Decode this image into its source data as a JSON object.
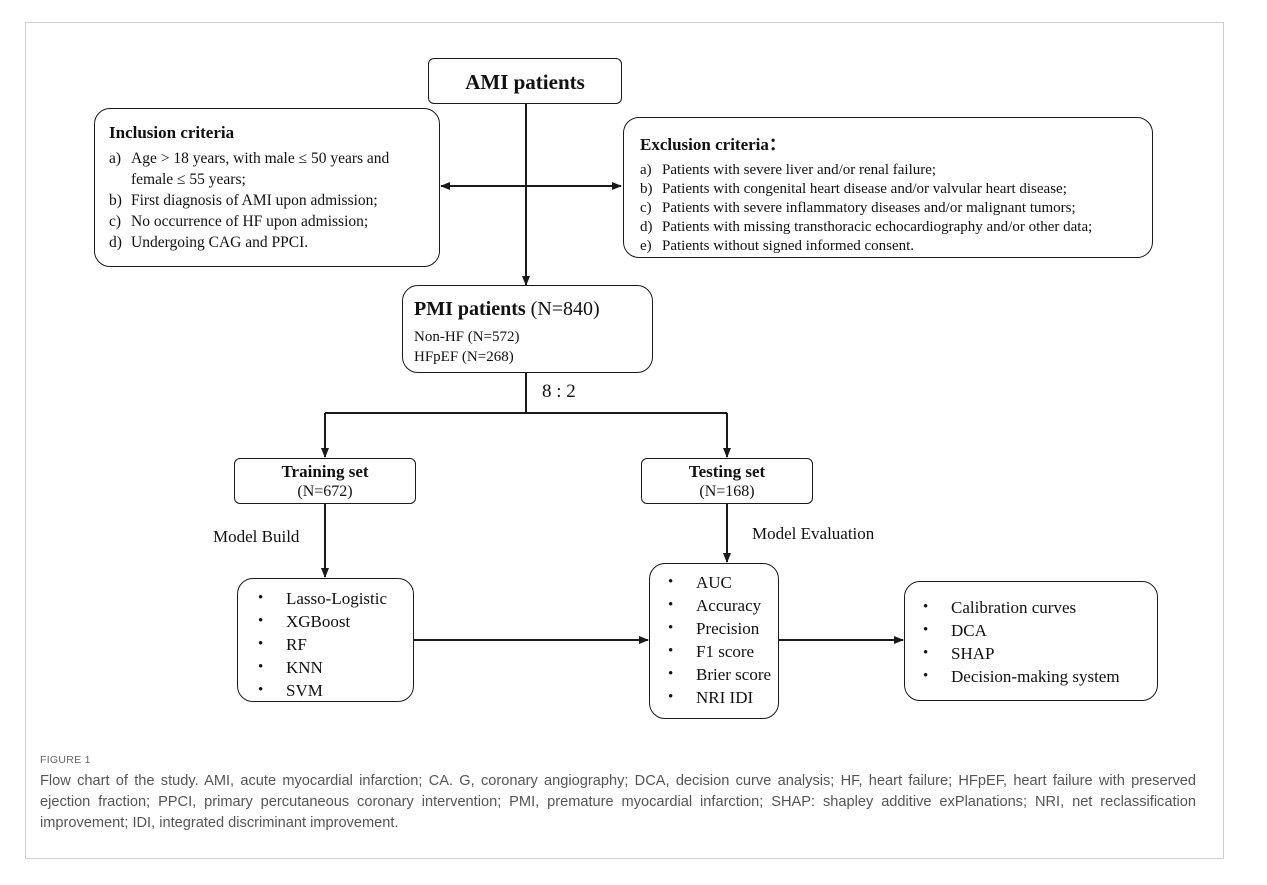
{
  "nodes": {
    "ami": {
      "title": "AMI patients"
    },
    "inclusion": {
      "title": "Inclusion criteria",
      "items": [
        {
          "label": "a)",
          "text": "Age > 18 years, with male ≤ 50 years and female ≤ 55 years;"
        },
        {
          "label": "b)",
          "text": "First diagnosis of AMI upon admission;"
        },
        {
          "label": "c)",
          "text": "No occurrence of HF upon admission;"
        },
        {
          "label": "d)",
          "text": "Undergoing CAG and PPCI."
        }
      ]
    },
    "exclusion": {
      "title": "Exclusion criteria：",
      "items": [
        {
          "label": "a)",
          "text": "Patients with severe liver and/or renal failure;"
        },
        {
          "label": "b)",
          "text": "Patients with congenital heart disease and/or valvular heart disease;"
        },
        {
          "label": "c)",
          "text": "Patients with severe inflammatory diseases and/or malignant tumors;"
        },
        {
          "label": "d)",
          "text": "Patients with missing transthoracic echocardiography and/or other data;"
        },
        {
          "label": "e)",
          "text": "Patients without signed informed consent."
        }
      ]
    },
    "pmi": {
      "title": "PMI patients",
      "count": "(N=840)",
      "lines": [
        "Non-HF (N=572)",
        "HFpEF (N=268)"
      ]
    },
    "split_ratio": "8 : 2",
    "training": {
      "title": "Training set",
      "count": "(N=672)"
    },
    "testing": {
      "title": "Testing set",
      "count": "(N=168)"
    },
    "model_build_label": "Model Build",
    "model_eval_label": "Model Evaluation",
    "models": [
      "Lasso-Logistic",
      "XGBoost",
      "RF",
      "KNN",
      "SVM"
    ],
    "metrics": [
      "AUC",
      "Accuracy",
      "Precision",
      "F1 score",
      "Brier score",
      "NRI IDI"
    ],
    "outputs": [
      "Calibration curves",
      "DCA",
      "SHAP",
      "Decision-making system"
    ]
  },
  "caption": {
    "figure_label": "FIGURE 1",
    "text": "Flow chart of the study. AMI, acute myocardial infarction; CA. G, coronary angiography; DCA, decision curve analysis; HF, heart failure; HFpEF, heart failure with preserved ejection fraction; PPCI, primary percutaneous coronary intervention; PMI, premature myocardial infarction; SHAP: shapley additive exPlanations; NRI, net reclassification improvement; IDI, integrated discriminant improvement."
  },
  "colors": {
    "line": "#1a1a1a",
    "caption_label": "#666666",
    "caption_text": "#555555",
    "frame_border": "#cfcfcf"
  }
}
